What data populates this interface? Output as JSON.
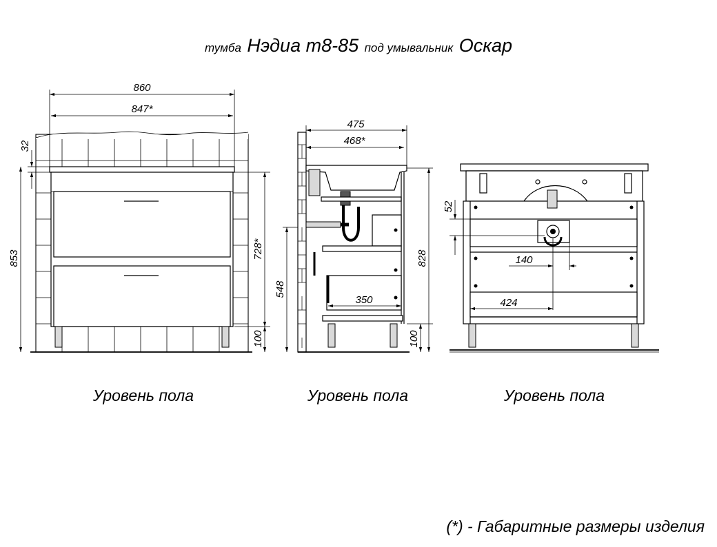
{
  "title": {
    "prefix": "тумба",
    "model": "Нэдиа т8-85",
    "middle": "под умывальник",
    "sink": "Оскар"
  },
  "front_view": {
    "dim_width_total": "860",
    "dim_width_body": "847*",
    "dim_top": "32",
    "dim_height_total": "853",
    "dim_height_body": "728*",
    "dim_legs": "100",
    "floor_label": "Уровень пола"
  },
  "side_view": {
    "dim_depth_total": "475",
    "dim_depth_body": "468*",
    "dim_drain_height": "548",
    "dim_drawer_depth": "350",
    "dim_height": "828",
    "dim_legs": "100",
    "floor_label": "Уровень пола"
  },
  "back_view": {
    "dim_cutout": "52",
    "dim_offset_small": "140",
    "dim_offset_large": "424",
    "floor_label": "Уровень пола"
  },
  "footnote": "(*) - Габаритные размеры изделия"
}
